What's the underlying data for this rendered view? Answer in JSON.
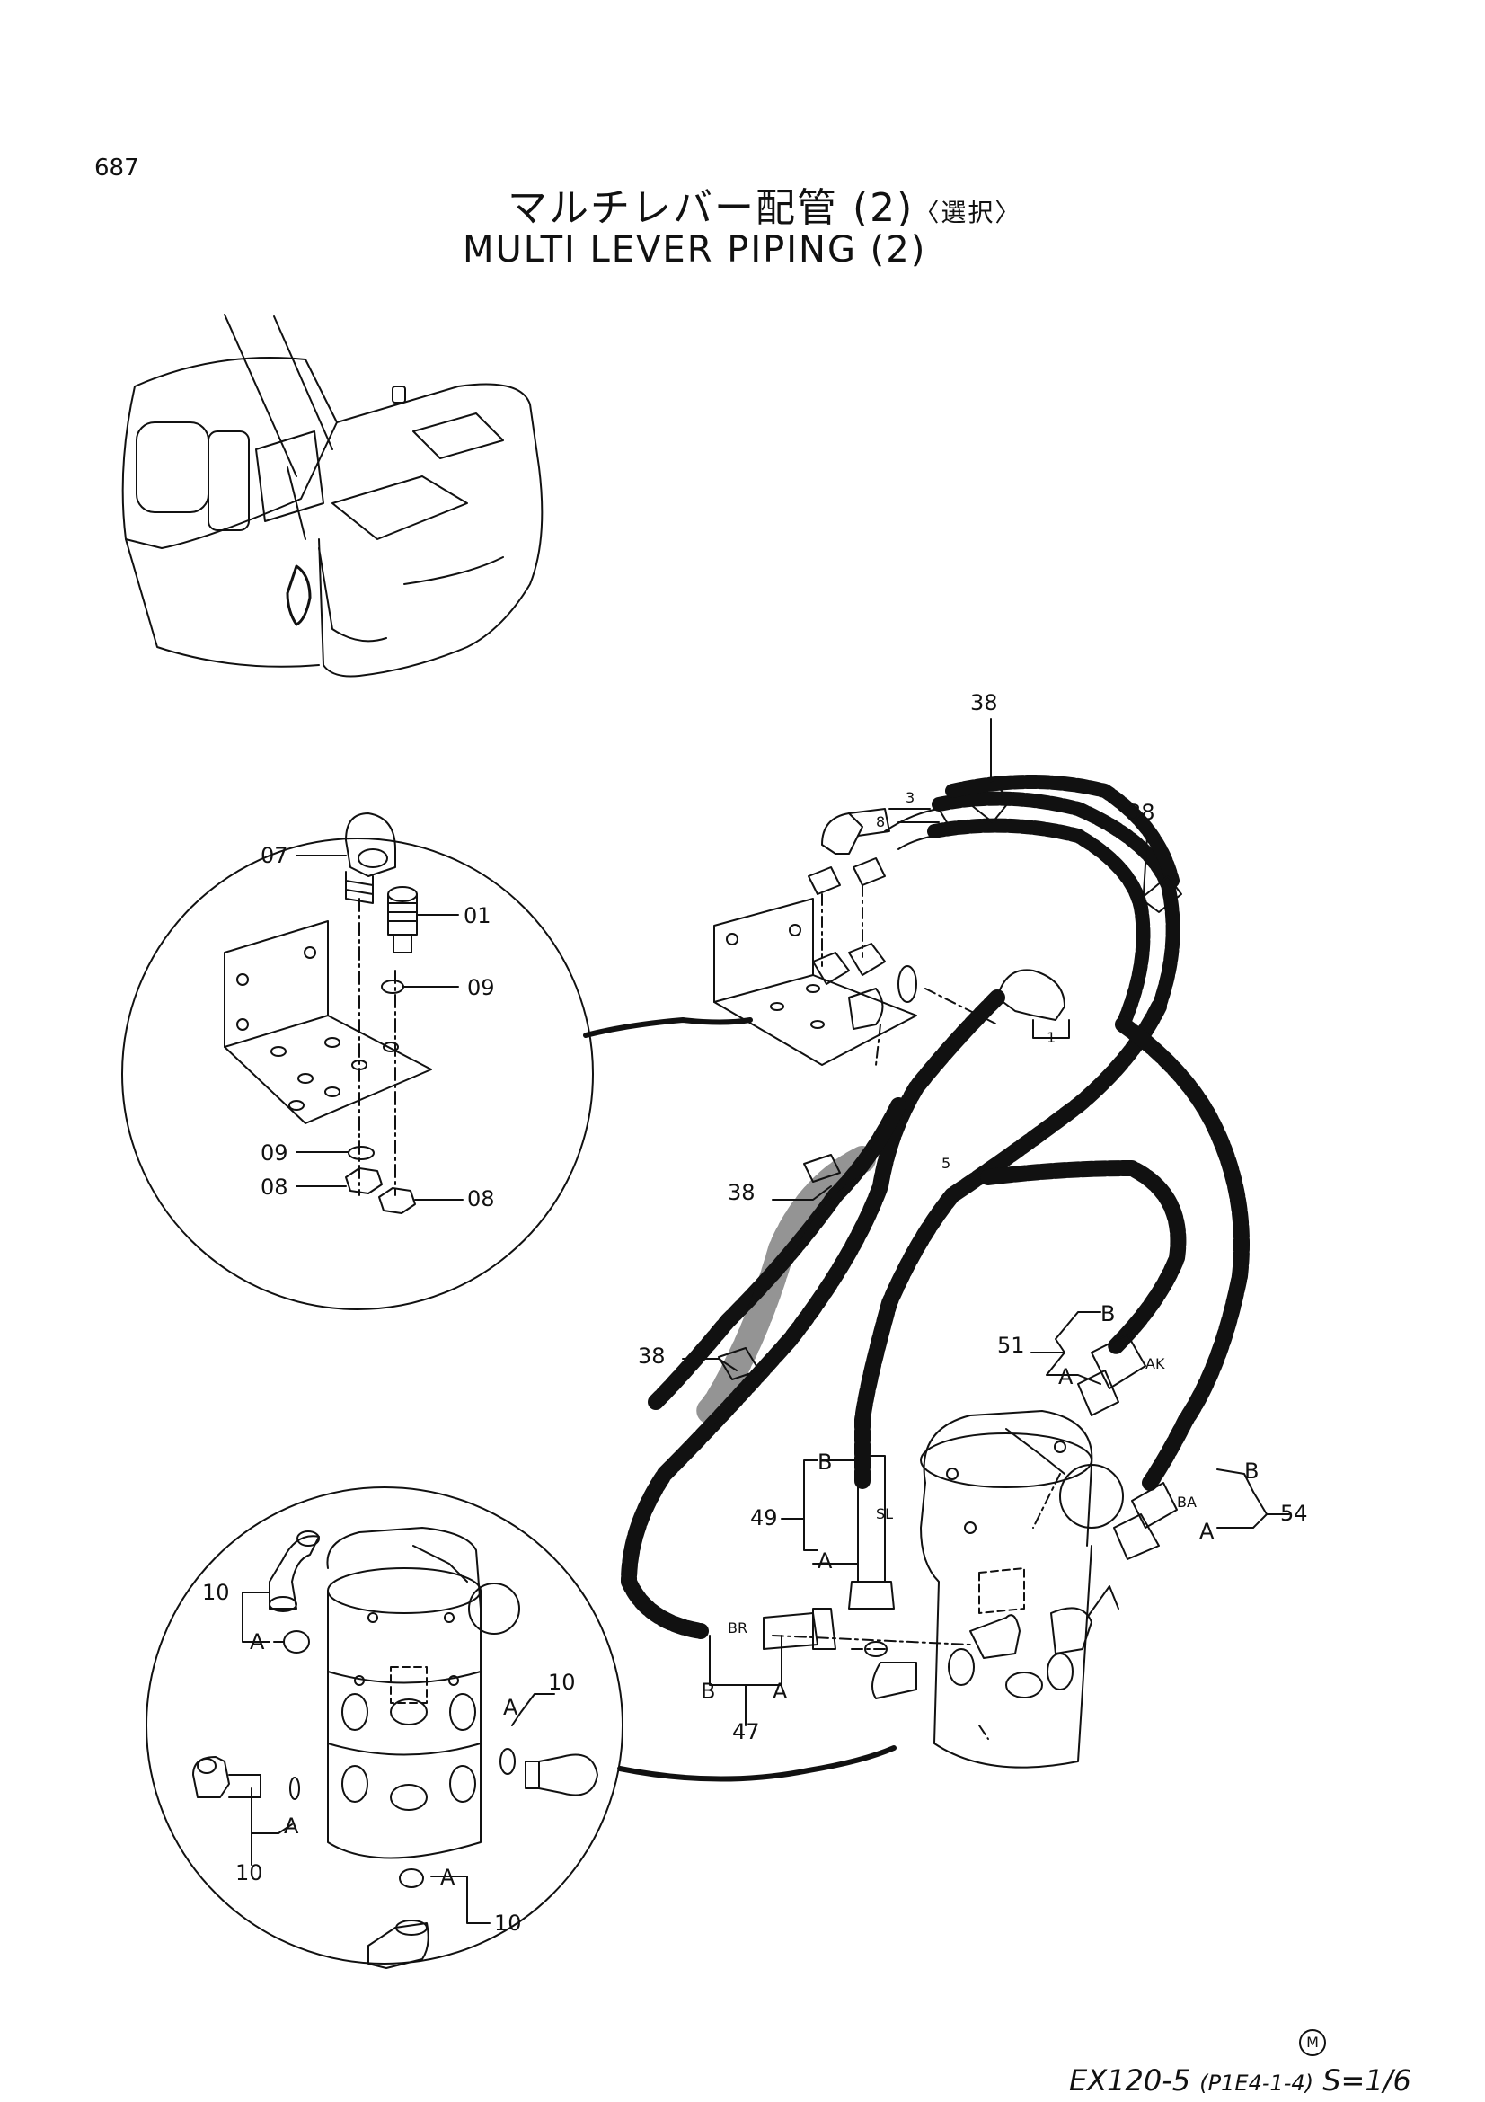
{
  "page": {
    "number": "687"
  },
  "title": {
    "jp": "マルチレバー配管 (2)",
    "jp_tag": "〈選択〉",
    "en": "MULTI LEVER PIPING (2)"
  },
  "footer": {
    "mark": "M",
    "model": "EX120-5",
    "code": "(P1E4-1-4)",
    "scale": "S=1/6"
  },
  "callouts": {
    "c38a": "38",
    "c38b": "38",
    "c38c": "38",
    "c38d": "38",
    "c07": "07",
    "c01": "01",
    "c09a": "09",
    "c09b": "09",
    "c08a": "08",
    "c08b": "08",
    "c51": "51",
    "c49": "49",
    "c47": "47",
    "c54": "54",
    "c10a": "10",
    "c10b": "10",
    "c10c": "10",
    "c10d": "10",
    "A": "A",
    "B": "B",
    "n1": "1",
    "n3": "3",
    "n5": "5",
    "n8": "8",
    "AK": "AK",
    "SL": "SL",
    "BR": "BR",
    "BA": "BA"
  }
}
